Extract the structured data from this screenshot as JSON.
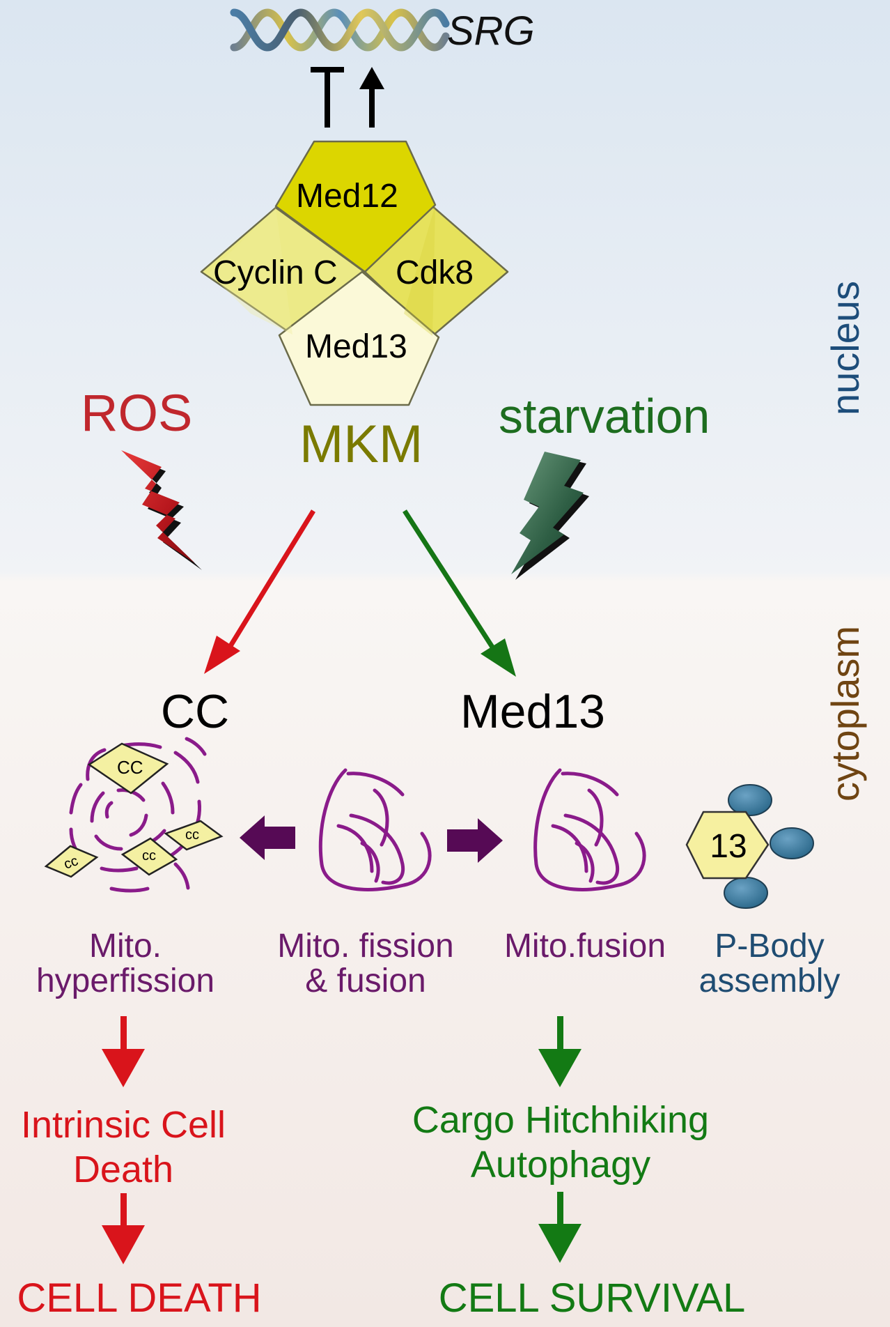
{
  "top": {
    "gene_label": "SRG"
  },
  "complex": {
    "subunits": {
      "med12": "Med12",
      "cyclin_c": "Cyclin C",
      "cdk8": "Cdk8",
      "med13": "Med13"
    },
    "name": "MKM"
  },
  "stresses": {
    "ros": "ROS",
    "starvation": "starvation"
  },
  "compartments": {
    "nucleus": "nucleus",
    "cytoplasm": "cytoplasm"
  },
  "released": {
    "cc": "CC",
    "med13": "Med13"
  },
  "markers": {
    "cc_tag": "cc",
    "cc_tag_large": "CC",
    "pbody_subunit": "13"
  },
  "processes": {
    "hyperfission": {
      "line1": "Mito.",
      "line2": "hyperfission"
    },
    "fission_fusion": {
      "line1": "Mito. fission",
      "line2": "& fusion"
    },
    "fusion": {
      "line1": "Mito.fusion"
    },
    "pbody": {
      "line1": "P-Body",
      "line2": "assembly"
    }
  },
  "outcomes": {
    "left_mid": {
      "line1": "Intrinsic Cell",
      "line2": "Death"
    },
    "right_mid": {
      "line1": "Cargo Hitchhiking",
      "line2": "Autophagy"
    },
    "left_final": "CELL DEATH",
    "right_final": "CELL SURVIVAL"
  },
  "colors": {
    "ros_red": "#c0272d",
    "death_red": "#d9141b",
    "starvation_green": "#1d6d1f",
    "survival_green": "#137a14",
    "mkm_olive": "#7a7a00",
    "mito_purple": "#8a1b8a",
    "arrow_purple": "#560a55",
    "pbody_blue": "#1f4c72",
    "nucleus_blue": "#1d4d7a",
    "cytoplasm_brown": "#6f4412",
    "med12_yellow": "#dcd600",
    "side_yellow": "#e8e56a",
    "med13_cream": "#fbf9d8"
  }
}
